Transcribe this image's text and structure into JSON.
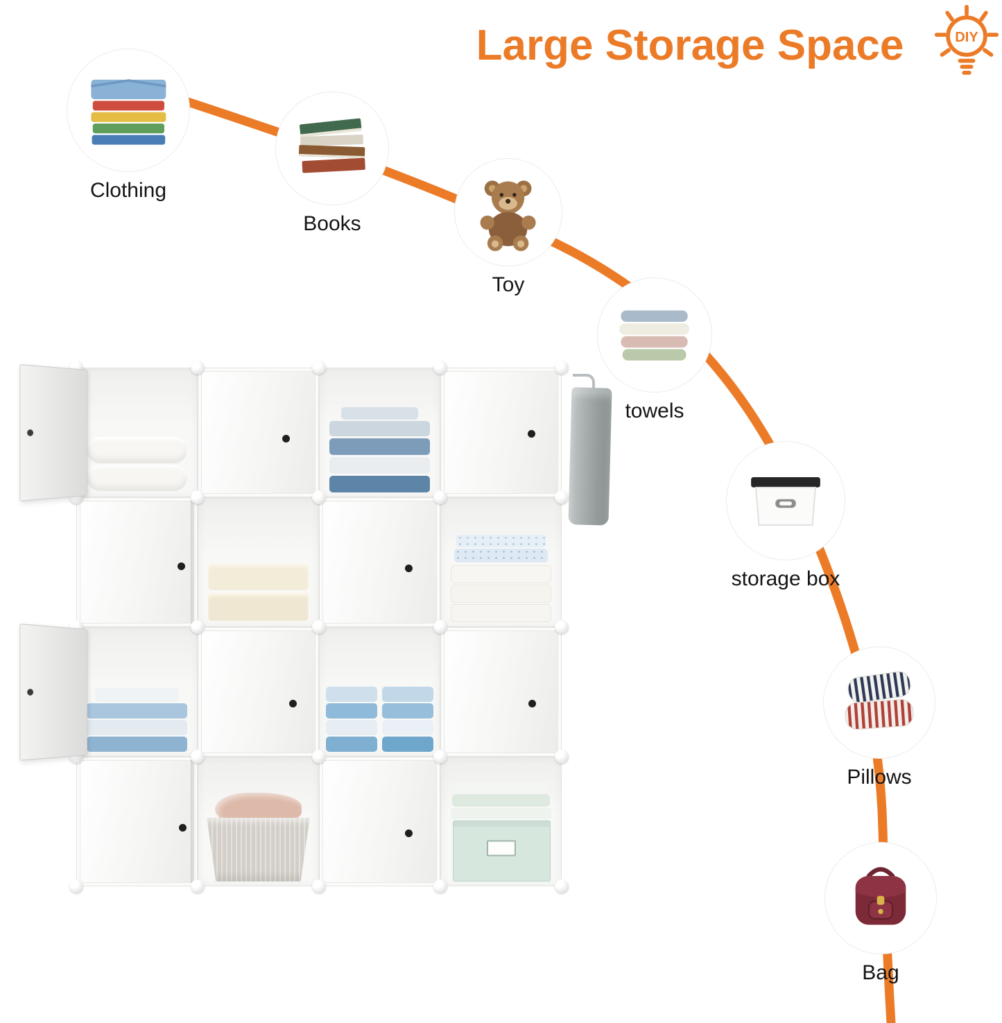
{
  "title": "Large Storage Space",
  "diy": {
    "label": "DIY"
  },
  "colors": {
    "accent": "#EC7B28",
    "label_text": "#141414",
    "cube_white": "#fbfbfa"
  },
  "bubbles": [
    {
      "label": "Clothing",
      "icon": "folded-clothes-icon"
    },
    {
      "label": "Books",
      "icon": "books-stack-icon"
    },
    {
      "label": "Toy",
      "icon": "teddy-bear-icon"
    },
    {
      "label": "towels",
      "icon": "folded-towels-icon"
    },
    {
      "label": "storage box",
      "icon": "storage-box-icon"
    },
    {
      "label": "Pillows",
      "icon": "striped-pillows-icon"
    },
    {
      "label": "Bag",
      "icon": "backpack-icon"
    }
  ],
  "organizer": {
    "description": "4x4 white modular cube storage organizer with doors and ball connectors",
    "cells": [
      {
        "position": "r1c1",
        "state": "door-open",
        "content": "white pillows"
      },
      {
        "position": "r1c2",
        "state": "door-closed",
        "content": ""
      },
      {
        "position": "r1c3",
        "state": "open",
        "content": "folded jeans and shirts"
      },
      {
        "position": "r1c4",
        "state": "door-closed",
        "content": ""
      },
      {
        "position": "r2c1",
        "state": "door-ajar",
        "content": ""
      },
      {
        "position": "r2c2",
        "state": "open",
        "content": "folded cream blankets"
      },
      {
        "position": "r2c3",
        "state": "door-closed",
        "content": ""
      },
      {
        "position": "r2c4",
        "state": "open",
        "content": "white comforters with patterned quilts"
      },
      {
        "position": "r3c1",
        "state": "door-open",
        "content": "folded clothes"
      },
      {
        "position": "r3c2",
        "state": "door-closed",
        "content": ""
      },
      {
        "position": "r3c3",
        "state": "open",
        "content": "stacked blue patterned towels"
      },
      {
        "position": "r3c4",
        "state": "door-closed",
        "content": ""
      },
      {
        "position": "r4c1",
        "state": "door-ajar",
        "content": ""
      },
      {
        "position": "r4c2",
        "state": "open",
        "content": "fabric basket with blanket"
      },
      {
        "position": "r4c3",
        "state": "door-closed",
        "content": ""
      },
      {
        "position": "r4c4",
        "state": "open",
        "content": "green storage box with folded blankets"
      }
    ],
    "accessories": [
      "hanging gray towel",
      "side hook",
      "ball connectors"
    ]
  }
}
